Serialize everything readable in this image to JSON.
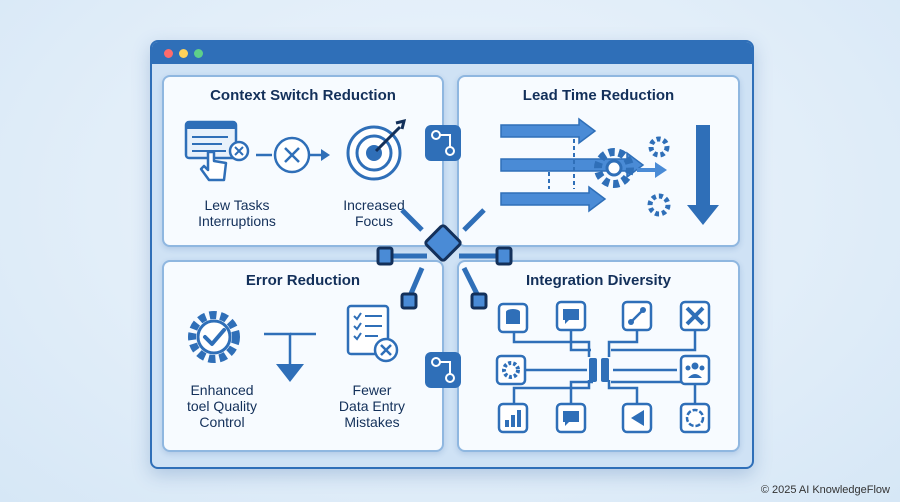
{
  "panels": {
    "context": {
      "title": "Context Switch Reduction",
      "label_left": "Lew Tasks\nInterruptions",
      "label_right": "Increased\nFocus"
    },
    "lead": {
      "title": "Lead Time Reduction"
    },
    "error": {
      "title": "Error Reduction",
      "label_left": "Enhanced\ntoel Quality\nControl",
      "label_right": "Fewer\nData Entry\nMistakes"
    },
    "integration": {
      "title": "Integration Diversity"
    }
  },
  "icons": [
    "browser-task-icon",
    "pointer-hand-icon",
    "cancel-circle-icon",
    "target-icon",
    "arrow-icon",
    "gear-icon",
    "down-arrow-icon",
    "checkmark-gear-icon",
    "checklist-cancel-icon",
    "database-icon",
    "chat-icon",
    "share-icon",
    "tools-icon",
    "team-icon",
    "bar-chart-icon",
    "message-icon",
    "code-editor-icon",
    "openai-icon",
    "plug-icon",
    "link-icon"
  ],
  "colors": {
    "accent": "#2f6fb8",
    "dark": "#13305a",
    "light": "#cfe2f5"
  },
  "footer": "© 2025 AI KnowledgeFlow"
}
